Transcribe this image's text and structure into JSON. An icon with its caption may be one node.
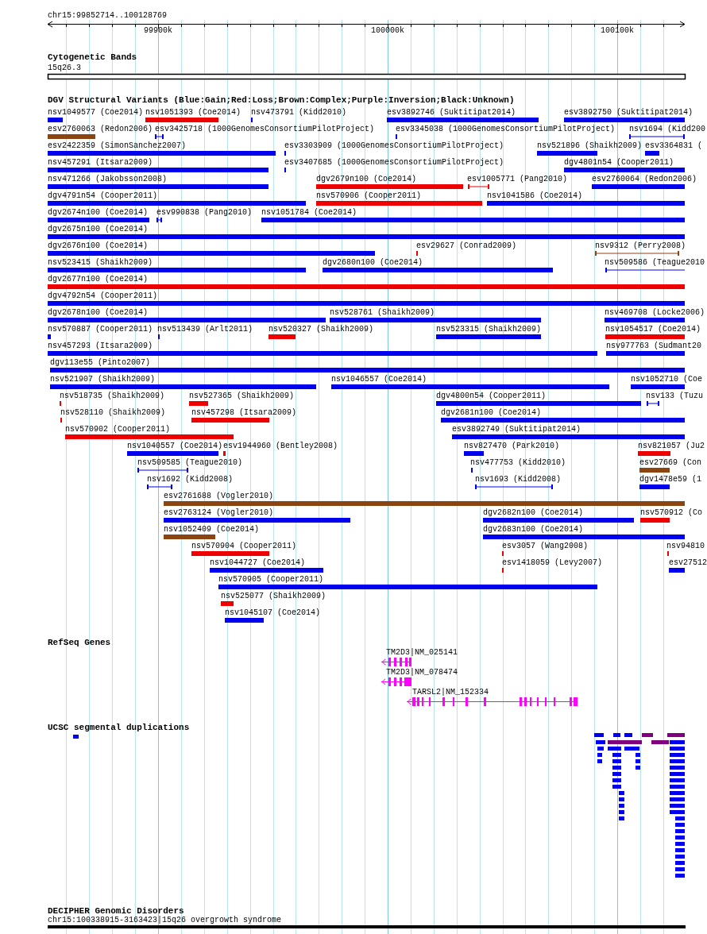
{
  "diagram": {
    "nodes": [
      {
        "text": [
          "Cytogenetic Bands"
        ]
      },
      {
        "text": [
          "15q26.3"
        ],
        "in": 0
      },
      {
        "text": [
          "DGV Structural Variants (Blue:Gain;Red:Loss;Brown:Complex;Purple:Inversion;Black:Unknown)"
        ]
      },
      {
        "text": [
          "nsv1049577 (Coe2014)"
        ],
        "in": 2
      },
      {
        "text": [
          "nsv1051393 (Coe2014)"
        ],
        "in": 2
      },
      {
        "text": [
          "nsv473791 (Kidd2010)"
        ],
        "in": 2
      },
      {
        "text": [
          "esv3892746 (Suktitipat2014)"
        ],
        "in": 2
      },
      {
        "text": [
          "esv3892750 (Suktitipat2014)"
        ],
        "in": 2
      },
      {
        "text": [
          "esv2760063 (Redon2006)"
        ],
        "in": 2
      },
      {
        "text": [
          "esv3425718 (1000GenomesConsortiumPilotProject)"
        ],
        "in": 2
      },
      {
        "text": [
          "esv3345038 (1000GenomesConsortiumPilotProject)"
        ],
        "in": 2
      },
      {
        "text": [
          "nsv1694 (Kidd200"
        ],
        "in": 2
      },
      {
        "text": [
          "esv2422359 (SimonSanchez2007)"
        ],
        "in": 2
      },
      {
        "text": [
          "esv3303909 (1000GenomesConsortiumPilotProject)"
        ],
        "in": 2
      },
      {
        "text": [
          "nsv521896 (Shaikh2009)"
        ],
        "in": 2
      },
      {
        "text": [
          "esv3364831 ("
        ],
        "in": 2
      },
      {
        "text": [
          "nsv457291 (Itsara2009)"
        ],
        "in": 2
      },
      {
        "text": [
          "esv3407685 (1000GenomesConsortiumPilotProject)"
        ],
        "in": 2
      },
      {
        "text": [
          "dgv4801n54 (Cooper2011)"
        ],
        "in": 2
      },
      {
        "text": [
          "nsv471266 (Jakobsson2008)"
        ],
        "in": 2
      },
      {
        "text": [
          "dgv2679n100 (Coe2014)"
        ],
        "in": 2
      },
      {
        "text": [
          "esv1005771 (Pang2010)"
        ],
        "in": 2
      },
      {
        "text": [
          "esv2760064 (Redon2006)"
        ],
        "in": 2
      },
      {
        "text": [
          "dgv4791n54 (Cooper2011)"
        ],
        "in": 2
      },
      {
        "text": [
          "nsv570906 (Cooper2011)"
        ],
        "in": 2
      },
      {
        "text": [
          "nsv1041586 (Coe2014)"
        ],
        "in": 2
      },
      {
        "text": [
          "dgv2674n100 (Coe2014)"
        ],
        "in": 2
      },
      {
        "text": [
          "esv990838 (Pang2010)"
        ],
        "in": 2
      },
      {
        "text": [
          "nsv1051784 (Coe2014)"
        ],
        "in": 2
      },
      {
        "text": [
          "dgv2675n100 (Coe2014)"
        ],
        "in": 2
      },
      {
        "text": [
          "dgv2676n100 (Coe2014)"
        ],
        "in": 2
      },
      {
        "text": [
          "esv29627 (Conrad2009)"
        ],
        "in": 2
      },
      {
        "text": [
          "nsv9312 (Perry2008)"
        ],
        "in": 2
      },
      {
        "text": [
          "nsv523415 (Shaikh2009)"
        ],
        "in": 2
      },
      {
        "text": [
          "dgv2680n100 (Coe2014)"
        ],
        "in": 2
      },
      {
        "text": [
          "nsv509586 (Teague2010"
        ],
        "in": 2
      },
      {
        "text": [
          "dgv2677n100 (Coe2014)"
        ],
        "in": 2
      },
      {
        "text": [
          "dgv4792n54 (Cooper2011)"
        ],
        "in": 2
      },
      {
        "text": [
          "dgv2678n100 (Coe2014)"
        ],
        "in": 2
      },
      {
        "text": [
          "nsv528761 (Shaikh2009)"
        ],
        "in": 2
      },
      {
        "text": [
          "nsv469708 (Locke2006)"
        ],
        "in": 2
      },
      {
        "text": [
          "nsv570887 (Cooper2011)"
        ],
        "in": 2
      },
      {
        "text": [
          "nsv513439 (Arlt2011)"
        ],
        "in": 2
      },
      {
        "text": [
          "nsv520327 (Shaikh2009)"
        ],
        "in": 2
      },
      {
        "text": [
          "nsv523315 (Shaikh2009)"
        ],
        "in": 2
      },
      {
        "text": [
          "nsv1054517 (Coe2014)"
        ],
        "in": 2
      },
      {
        "text": [
          "nsv457293 (Itsara2009)"
        ],
        "in": 2
      },
      {
        "text": [
          "nsv977763 (Sudmant20"
        ],
        "in": 2
      },
      {
        "text": [
          "dgv113e55 (Pinto2007)"
        ],
        "in": 2
      },
      {
        "text": [
          "nsv521907 (Shaikh2009)"
        ],
        "in": 2
      },
      {
        "text": [
          "nsv1046557 (Coe2014)"
        ],
        "in": 2
      },
      {
        "text": [
          "nsv1052710 (Coe"
        ],
        "in": 2
      },
      {
        "text": [
          "nsv518735 (Shaikh2009)"
        ],
        "in": 2
      },
      {
        "text": [
          "nsv527365 (Shaikh2009)"
        ],
        "in": 2
      },
      {
        "text": [
          "dgv4800n54 (Cooper2011)"
        ],
        "in": 2
      },
      {
        "text": [
          "nsv133 (Tuzu"
        ],
        "in": 2
      },
      {
        "text": [
          "nsv528110 (Shaikh2009)"
        ],
        "in": 2
      },
      {
        "text": [
          "nsv457298 (Itsara2009)"
        ],
        "in": 2
      },
      {
        "text": [
          "dgv2681n100 (Coe2014)"
        ],
        "in": 2
      },
      {
        "text": [
          "nsv570902 (Cooper2011)"
        ],
        "in": 2
      },
      {
        "text": [
          "esv3892749 (Suktitipat2014)"
        ],
        "in": 2
      },
      {
        "text": [
          "nsv1040557 (Coe2014)"
        ],
        "in": 2
      },
      {
        "text": [
          "esv1944960 (Bentley2008)"
        ],
        "in": 2
      },
      {
        "text": [
          "nsv827470 (Park2010)"
        ],
        "in": 2
      },
      {
        "text": [
          "nsv821057 (Ju2"
        ],
        "in": 2
      },
      {
        "text": [
          "nsv509585 (Teague2010)"
        ],
        "in": 2
      },
      {
        "text": [
          "nsv477753 (Kidd2010)"
        ],
        "in": 2
      },
      {
        "text": [
          "esv27669 (Con"
        ],
        "in": 2
      },
      {
        "text": [
          "nsv1692 (Kidd2008)"
        ],
        "in": 2
      },
      {
        "text": [
          "nsv1693 (Kidd2008)"
        ],
        "in": 2
      },
      {
        "text": [
          "dgv1478e59 (1"
        ],
        "in": 2
      },
      {
        "text": [
          "esv2761688 (Vogler2010)"
        ],
        "in": 2
      },
      {
        "text": [
          "esv2763124 (Vogler2010)"
        ],
        "in": 2
      },
      {
        "text": [
          "dgv2682n100 (Coe2014)"
        ],
        "in": 2
      },
      {
        "text": [
          "nsv570912 (Co"
        ],
        "in": 2
      },
      {
        "text": [
          "nsv1052409 (Coe2014)"
        ],
        "in": 2
      },
      {
        "text": [
          "dgv2683n100 (Coe2014)"
        ],
        "in": 2
      },
      {
        "text": [
          "nsv570904 (Cooper2011)"
        ],
        "in": 2
      },
      {
        "text": [
          "esv3057 (Wang2008)"
        ],
        "in": 2
      },
      {
        "text": [
          "nsv94810"
        ],
        "in": 2
      },
      {
        "text": [
          "nsv1044727 (Coe2014)"
        ],
        "in": 2
      },
      {
        "text": [
          "esv1418059 (Levy2007)"
        ],
        "in": 2
      },
      {
        "text": [
          "esv27512"
        ],
        "in": 2
      },
      {
        "text": [
          "nsv570905 (Cooper2011)"
        ],
        "in": 2
      },
      {
        "text": [
          "nsv525077 (Shaikh2009)"
        ],
        "in": 2
      },
      {
        "text": [
          "nsv1045107 (Coe2014)"
        ],
        "in": 2
      },
      {
        "text": [
          "RefSeq Genes"
        ]
      },
      {
        "text": [
          "TM2D3|NM_025141"
        ],
        "in": 86
      },
      {
        "text": [
          "TM2D3|NM_078474"
        ],
        "in": 86
      },
      {
        "text": [
          "TARSL2|NM_152334"
        ],
        "in": 86
      },
      {
        "text": [
          "UCSC segmental duplications"
        ]
      },
      {
        "text": [
          "DECIPHER Genomic Disorders"
        ]
      },
      {
        "text": [
          "chr15:100338915-3163423|15q26 overgrowth syndrome"
        ],
        "in": 91
      }
    ],
    "labels": [
      "chr15:99852714..100128769",
      "99900k",
      "100000k",
      "100100k"
    ]
  }
}
